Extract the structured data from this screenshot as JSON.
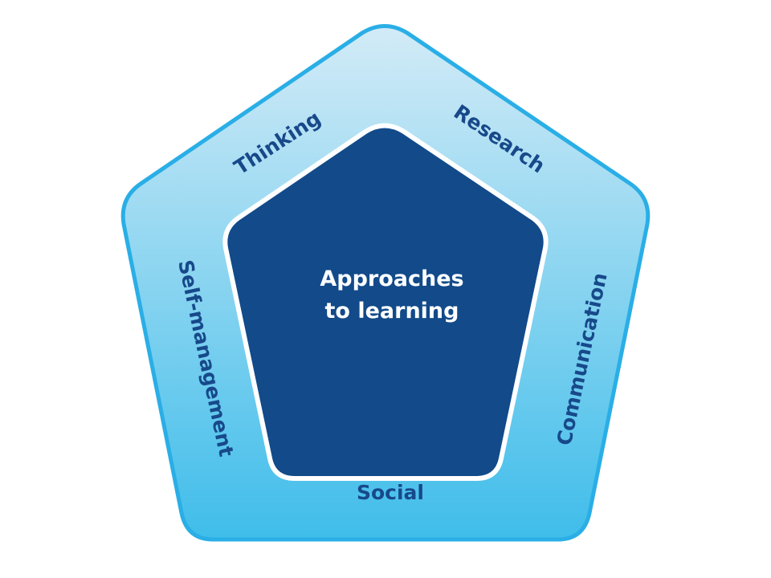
{
  "center": {
    "line1": "Approaches",
    "line2": "to learning"
  },
  "skills": {
    "thinking": "Thinking",
    "research": "Research",
    "communication": "Communication",
    "social": "Social",
    "self_management": "Self-management"
  },
  "colors": {
    "inner_pentagon": "#124a8a",
    "ring_top": "#d3ebf7",
    "ring_bottom": "#3fbdea",
    "outer_border": "#2aaee6",
    "label_text": "#17498a",
    "center_text": "#ffffff"
  }
}
